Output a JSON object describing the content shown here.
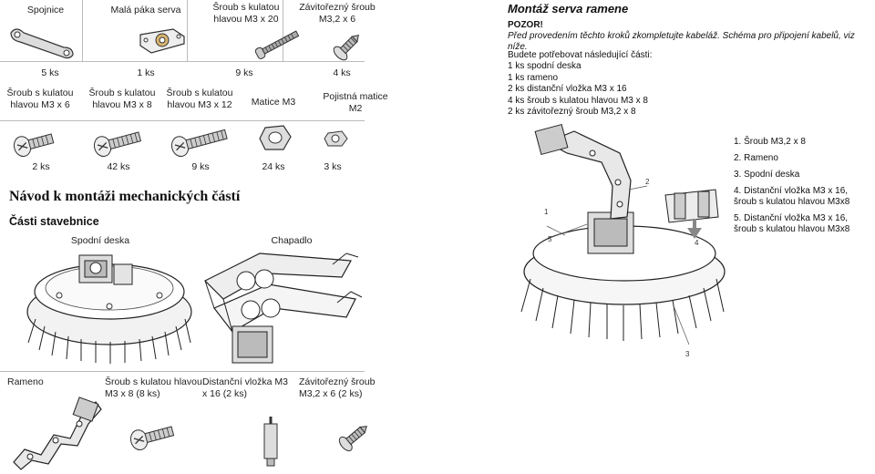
{
  "parts_top": [
    {
      "name": "Spojnice",
      "count": "5 ks"
    },
    {
      "name": "Malá páka serva",
      "count": "1 ks"
    },
    {
      "name": "Šroub s kulatou hlavou M3 x 20",
      "count": "9 ks"
    },
    {
      "name": "Závitořezný šroub M3,2 x 6",
      "count": "4 ks"
    }
  ],
  "parts_mid": [
    {
      "name": "Šroub s kulatou hlavou M3 x 6",
      "count": "2 ks"
    },
    {
      "name": "Šroub s kulatou hlavou M3 x 8",
      "count": "42 ks"
    },
    {
      "name": "Šroub s kulatou hlavou M3 x 12",
      "count": "9 ks"
    },
    {
      "name": "Matice M3",
      "count": "24 ks"
    },
    {
      "name": "Pojistná matice M2",
      "count": "3 ks"
    }
  ],
  "section": {
    "title": "Návod k montáži mechanických částí",
    "subtitle": "Části stavebnice",
    "base_label": "Spodní deska",
    "gripper_label": "Chapadlo"
  },
  "parts_bottom": [
    {
      "name": "Rameno"
    },
    {
      "name": "Šroub s kulatou hlavou M3 x 8  (8 ks)"
    },
    {
      "name": "Distanční vložka M3 x 16   (2 ks)"
    },
    {
      "name": "Závitořezný šroub M3,2 x 6   (2 ks)"
    }
  ],
  "right": {
    "title": "Montáž serva ramene",
    "warning_label": "POZOR!",
    "warning_text": "Před provedením těchto kroků zkompletujte kabeláž. Schéma pro připojení kabelů, viz níže.",
    "needed_intro": "Budete potřebovat následující části:",
    "needed": [
      "1 ks spodní deska",
      "1 ks rameno",
      "2 ks distanční vložka M3 x 16",
      "4 ks šroub s kulatou hlavou M3 x 8",
      "2 ks závitořezný šroub M3,2 x 8"
    ],
    "legend": [
      "1. Šroub M3,2 x 8",
      "2. Rameno",
      "3. Spodní deska",
      "4. Distanční vložka M3 x 16, šroub s kulatou hlavou M3x8",
      "5. Distanční vložka M3 x 16, šroub s kulatou hlavou M3x8"
    ],
    "callouts": [
      "1",
      "2",
      "3",
      "4",
      "5"
    ]
  }
}
